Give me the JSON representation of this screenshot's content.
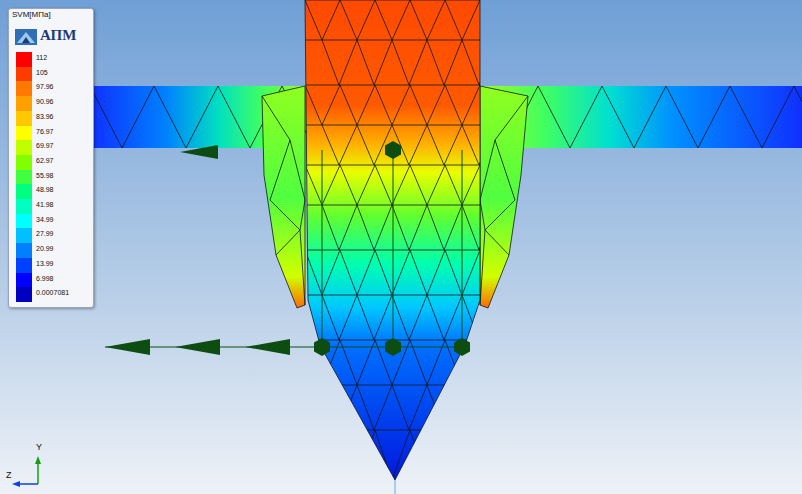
{
  "diagram": {
    "title": "SVM[МПа]",
    "labels": [
      "АПМ",
      "Y",
      "Z"
    ],
    "legend": [
      {
        "text": "112",
        "color": "#ff0000"
      },
      {
        "text": "105",
        "color": "#ff3c00"
      },
      {
        "text": "97.96",
        "color": "#ff7800"
      },
      {
        "text": "90.96",
        "color": "#ffa000"
      },
      {
        "text": "83.96",
        "color": "#ffc800"
      },
      {
        "text": "76.97",
        "color": "#ffff00"
      },
      {
        "text": "69.97",
        "color": "#c0ff00"
      },
      {
        "text": "62.97",
        "color": "#80ff00"
      },
      {
        "text": "55.98",
        "color": "#40ff40"
      },
      {
        "text": "48.98",
        "color": "#00ff80"
      },
      {
        "text": "41.98",
        "color": "#00ffc0"
      },
      {
        "text": "34.99",
        "color": "#00ffff"
      },
      {
        "text": "27.99",
        "color": "#00c0ff"
      },
      {
        "text": "20.99",
        "color": "#0080ff"
      },
      {
        "text": "13.99",
        "color": "#0040ff"
      },
      {
        "text": "6.998",
        "color": "#0000ff"
      },
      {
        "text": "0.0007081",
        "color": "#0000c0"
      }
    ]
  }
}
